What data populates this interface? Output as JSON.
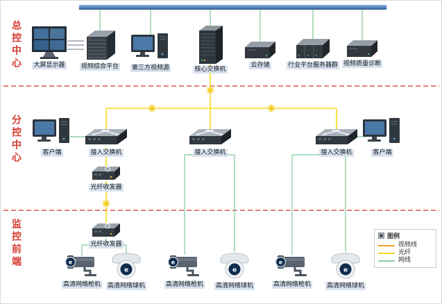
{
  "zones": {
    "top": "总控中心",
    "mid": "分控中心",
    "front": "监控前端"
  },
  "nodes": {
    "display": {
      "label": "大屏显示器"
    },
    "platform": {
      "label": "视频综合平台"
    },
    "thirdparty": {
      "label": "第三方视频源"
    },
    "core_switch": {
      "label": "核心交换机"
    },
    "cloud": {
      "label": "云存储"
    },
    "servers": {
      "label": "行业平台服务器群"
    },
    "diagnosis": {
      "label": "视频质量诊断"
    },
    "client_left": {
      "label": "客户端"
    },
    "asw_left": {
      "label": "接入交换机"
    },
    "asw_center": {
      "label": "接入交换机"
    },
    "asw_right": {
      "label": "接入交换机"
    },
    "client_right": {
      "label": "客户端"
    },
    "ft_mid": {
      "label": "光纤收发器"
    },
    "ft_front": {
      "label": "光纤收发器"
    },
    "bullet1": {
      "label": "高清网络枪机"
    },
    "dome1": {
      "label": "高清网络球机"
    },
    "bullet2": {
      "label": "高清网络枪机"
    },
    "dome2": {
      "label": "高清网络球机"
    },
    "bullet3": {
      "label": "高清网络枪机"
    },
    "dome3": {
      "label": "高清网络球机"
    }
  },
  "brand": {
    "logo": "e"
  },
  "legend": {
    "title": "图例",
    "items": [
      {
        "label": "视频线",
        "color": "#f59a23"
      },
      {
        "label": "光纤",
        "color": "#f5d91f"
      },
      {
        "label": "网线",
        "color": "#8fcfa5"
      }
    ]
  },
  "colors": {
    "backbone": "#4f81bd",
    "separator": "#e25050",
    "zone_label": "#d43a2f"
  }
}
